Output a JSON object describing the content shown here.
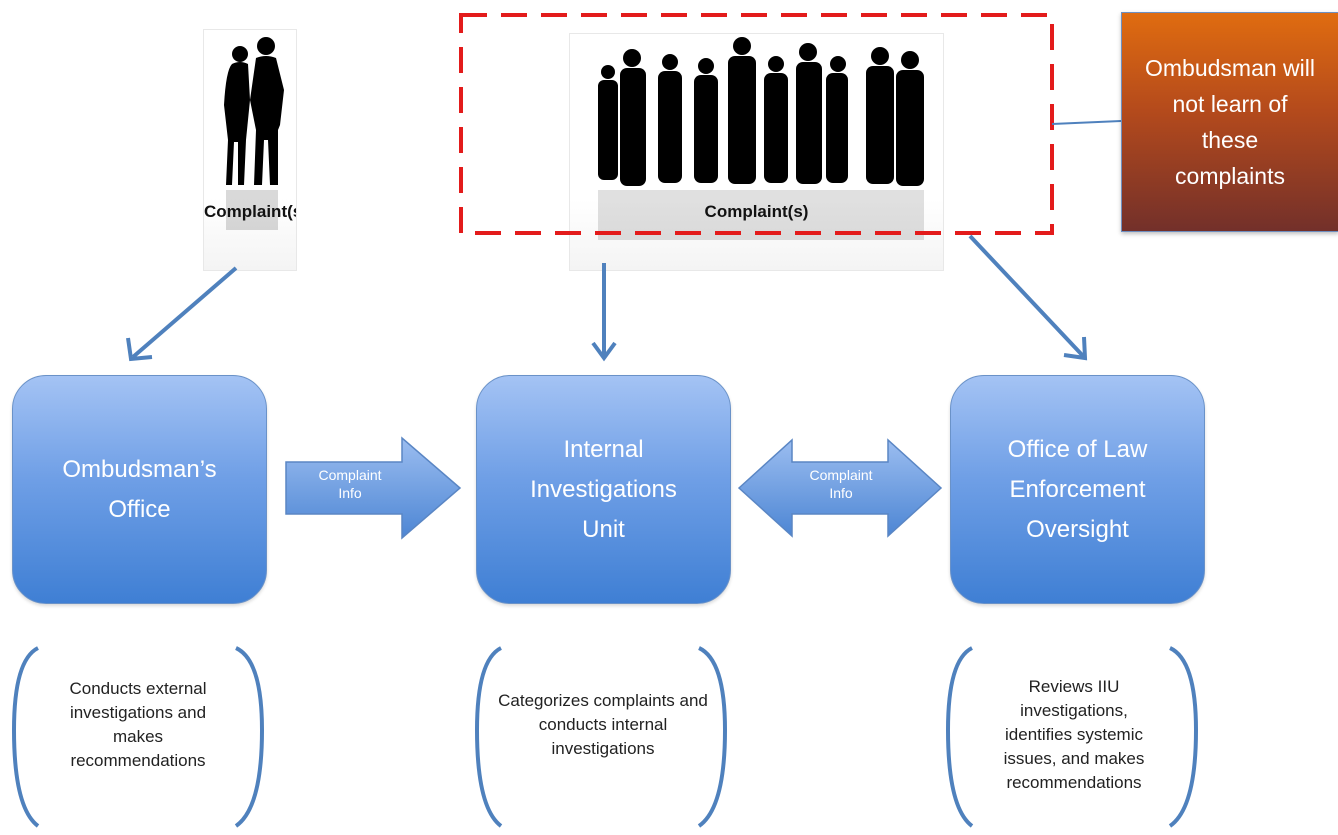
{
  "colors": {
    "box_top": "#a4c3f4",
    "box_bottom": "#3f7fd4",
    "arrow": "#5b8bcf",
    "connector": "#4f81bd",
    "dashed_border": "#e31b1b",
    "callout_top": "#e06c10",
    "callout_bottom": "#73302a"
  },
  "complaints_left": {
    "label": "Complaint(s)"
  },
  "complaints_center": {
    "label": "Complaint(s)"
  },
  "callout": {
    "text": "Ombudsman will not learn of these complaints"
  },
  "nodes": {
    "ombudsman": {
      "title": "Ombudsman’s Office"
    },
    "iiu": {
      "title": "Internal Investigations Unit"
    },
    "oleo": {
      "title": "Office of Law Enforcement Oversight"
    }
  },
  "flows": {
    "ombudsman_to_iiu": {
      "label": "Complaint Info"
    },
    "iiu_oleo": {
      "label": "Complaint Info"
    }
  },
  "descriptions": {
    "ombudsman": "Conducts external investigations and makes recommendations",
    "iiu": "Categorizes complaints and conducts internal investigations",
    "oleo": "Reviews IIU investigations, identifies systemic issues, and makes recommendations"
  }
}
